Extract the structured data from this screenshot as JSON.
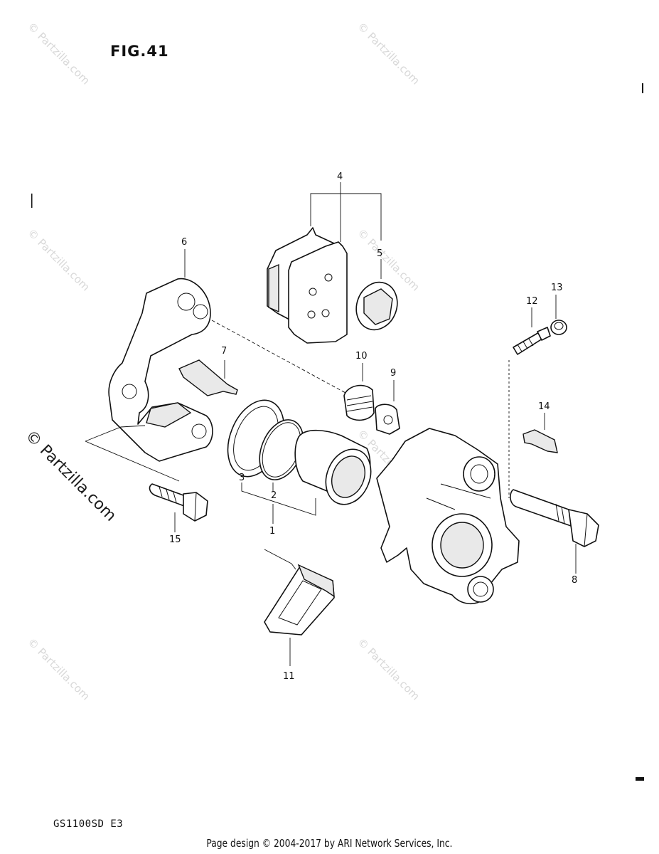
{
  "title": "FIG.41",
  "model_code": "GS1100SD  E3",
  "footer": "Page design © 2004-2017 by ARI Network Services, Inc.",
  "watermark_small": "© Partzilla.com",
  "watermark_main": "© Partzilla.com",
  "callouts": [
    "1",
    "2",
    "3",
    "4",
    "5",
    "6",
    "7",
    "8",
    "9",
    "10",
    "11",
    "12",
    "13",
    "14",
    "15"
  ]
}
